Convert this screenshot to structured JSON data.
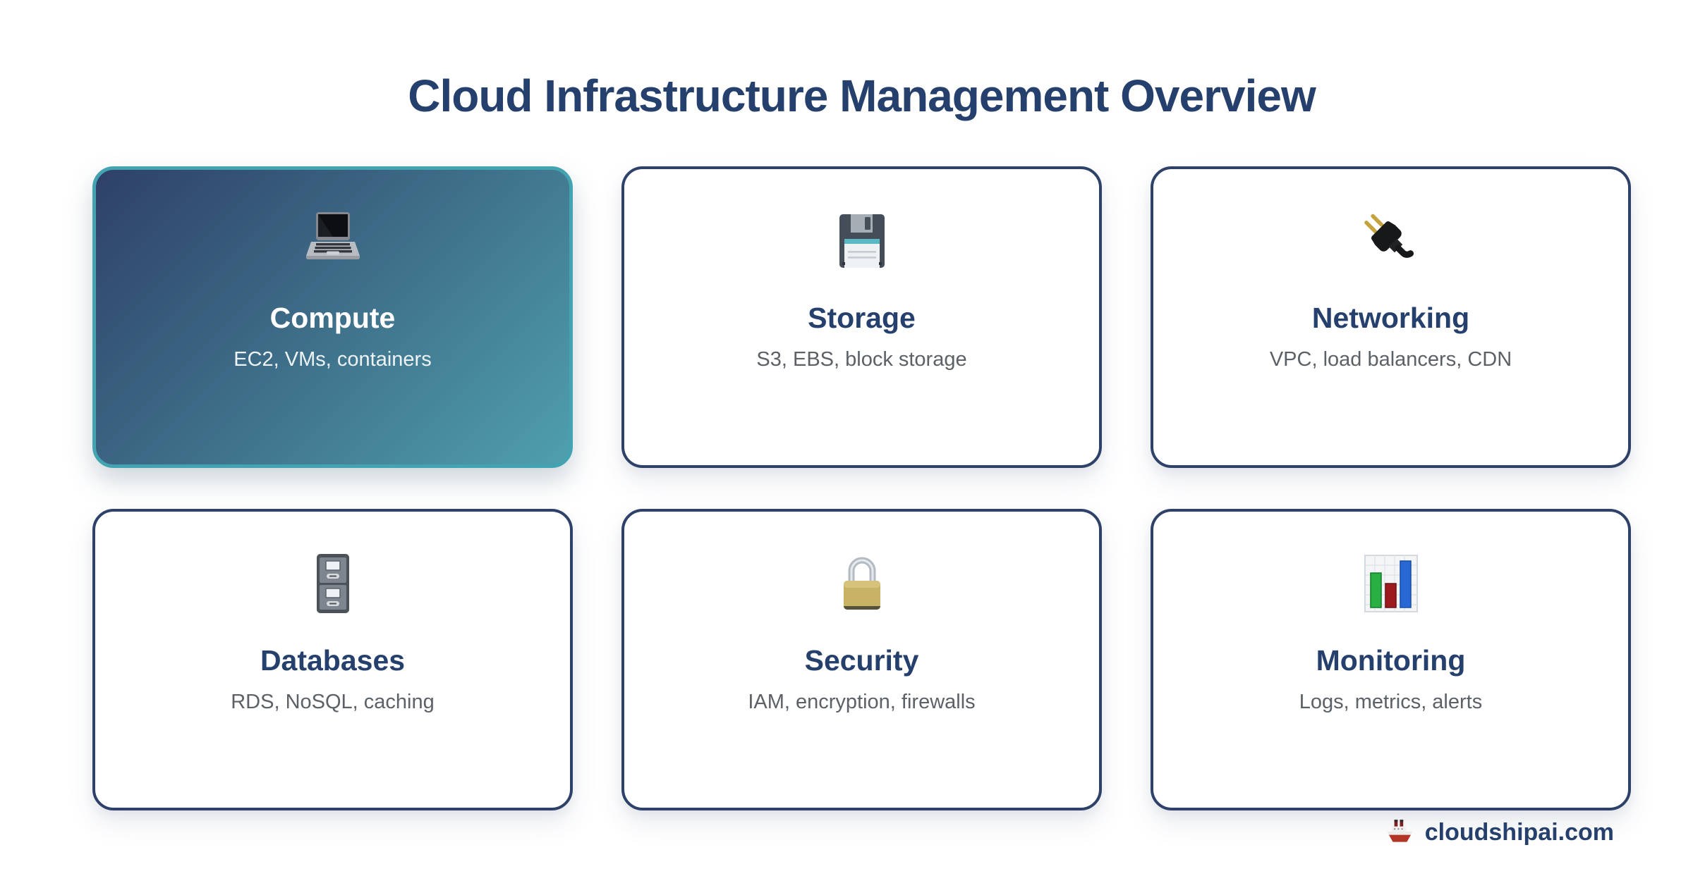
{
  "title": "Cloud Infrastructure Management Overview",
  "cards": [
    {
      "id": "compute",
      "icon": "laptop-icon",
      "title": "Compute",
      "subtitle": "EC2, VMs, containers",
      "active": true
    },
    {
      "id": "storage",
      "icon": "floppy-disk-icon",
      "title": "Storage",
      "subtitle": "S3, EBS, block storage",
      "active": false
    },
    {
      "id": "networking",
      "icon": "electric-plug-icon",
      "title": "Networking",
      "subtitle": "VPC, load balancers, CDN",
      "active": false
    },
    {
      "id": "databases",
      "icon": "file-cabinet-icon",
      "title": "Databases",
      "subtitle": "RDS, NoSQL, caching",
      "active": false
    },
    {
      "id": "security",
      "icon": "lock-icon",
      "title": "Security",
      "subtitle": "IAM, encryption, firewalls",
      "active": false
    },
    {
      "id": "monitoring",
      "icon": "bar-chart-icon",
      "title": "Monitoring",
      "subtitle": "Logs, metrics, alerts",
      "active": false
    }
  ],
  "footer": {
    "brand": "cloudshipai.com",
    "icon": "ship-icon"
  },
  "colors": {
    "navy": "#26406d",
    "border": "#2d4169",
    "gray": "#5c6167",
    "grad1": "#2e4066",
    "grad2": "#4f9fae",
    "tealBorder": "#43a3b1",
    "activeSub": "#edf3f6",
    "bg": "#ffffff"
  }
}
